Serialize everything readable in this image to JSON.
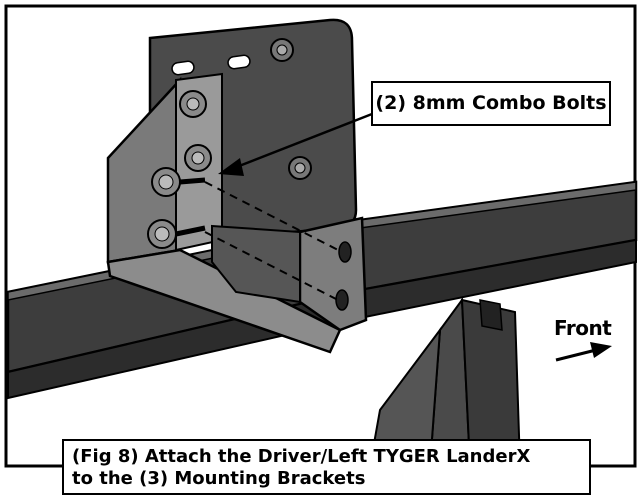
{
  "callout": {
    "label": "(2) 8mm Combo Bolts"
  },
  "direction": {
    "label": "Front"
  },
  "caption": {
    "line1": "(Fig 8) Attach the Driver/Left TYGER LanderX",
    "line2": "to the (3) Mounting Brackets"
  },
  "colors": {
    "metal_dark": "#3a3a3a",
    "metal_mid": "#5a5a5a",
    "metal_light": "#8a8a8a",
    "outline": "#000000",
    "background": "#ffffff"
  }
}
